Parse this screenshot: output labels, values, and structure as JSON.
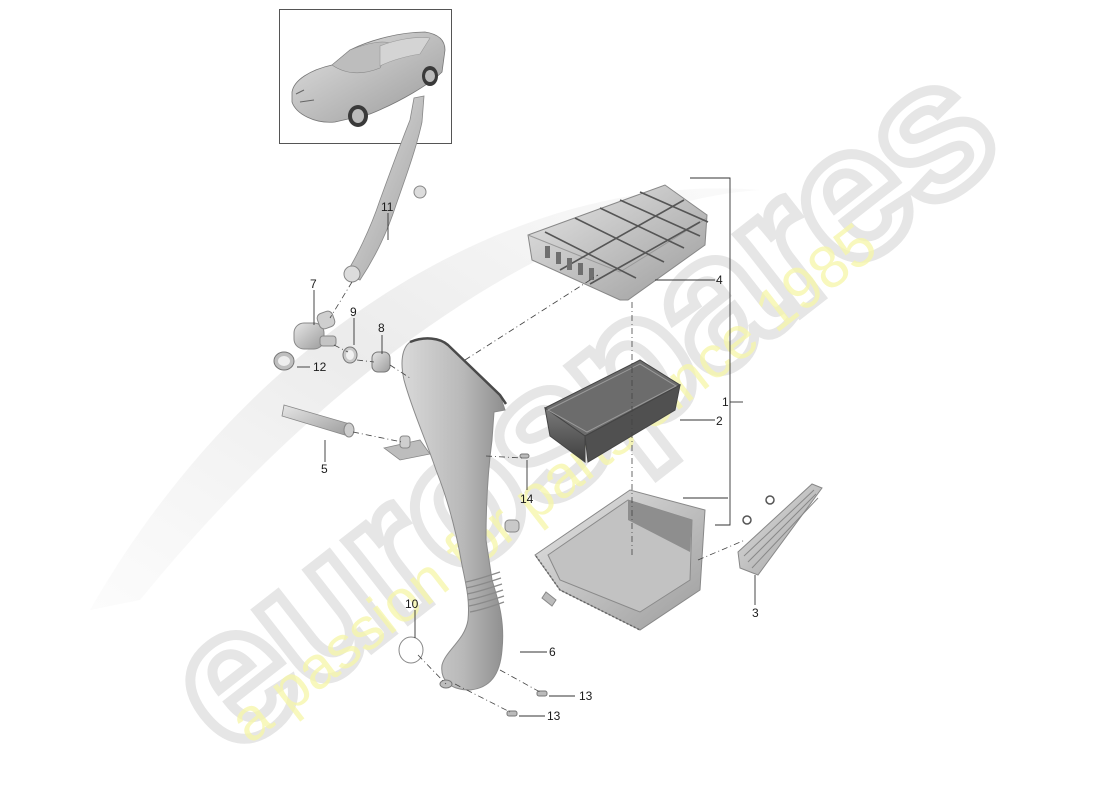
{
  "diagram": {
    "subject": "Air cleaner / intake assembly exploded view",
    "thumbnail": {
      "label": "vehicle-overview"
    },
    "watermark": {
      "brand": "eurospares",
      "tagline": "a passion for parts since 1985",
      "brand_color": "#e6e6e6",
      "tagline_color": "#f7f7b0"
    },
    "colors": {
      "part_fill": "#c8c8c8",
      "part_dark": "#6e6e6e",
      "line": "#333333",
      "filter": "#5a5a5a"
    },
    "callouts": [
      {
        "id": "1",
        "label": "1",
        "part": "air-cleaner-assembly"
      },
      {
        "id": "2",
        "label": "2",
        "part": "filter-element"
      },
      {
        "id": "3",
        "label": "3",
        "part": "side-intake-grille"
      },
      {
        "id": "4",
        "label": "4",
        "part": "air-cleaner-upper-housing"
      },
      {
        "id": "5",
        "label": "5",
        "part": "vent-hose"
      },
      {
        "id": "6",
        "label": "6",
        "part": "intake-duct"
      },
      {
        "id": "7",
        "label": "7",
        "part": "elbow-connector"
      },
      {
        "id": "8",
        "label": "8",
        "part": "grommet"
      },
      {
        "id": "9",
        "label": "9",
        "part": "hose-clamp"
      },
      {
        "id": "10",
        "label": "10",
        "part": "o-ring"
      },
      {
        "id": "11",
        "label": "11",
        "part": "breather-pipe"
      },
      {
        "id": "12",
        "label": "12",
        "part": "sealing-ring"
      },
      {
        "id": "13a",
        "label": "13",
        "part": "screw"
      },
      {
        "id": "13b",
        "label": "13",
        "part": "screw"
      },
      {
        "id": "14",
        "label": "14",
        "part": "screw"
      }
    ]
  }
}
